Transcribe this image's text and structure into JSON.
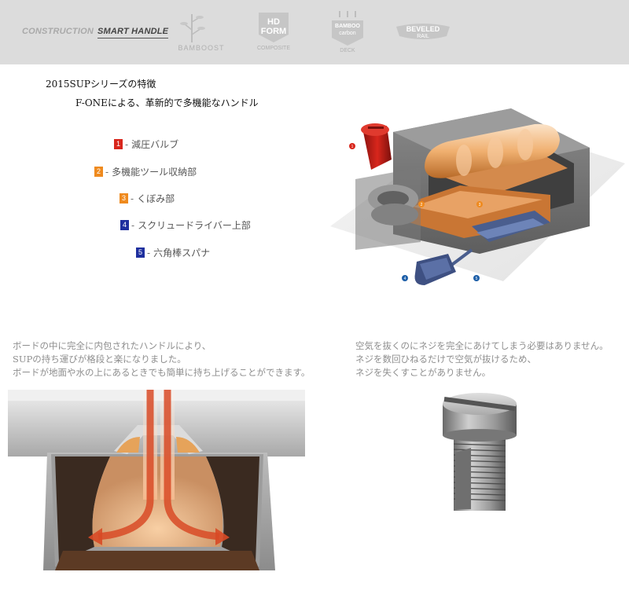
{
  "nav": {
    "construction": "CONSTRUCTION",
    "smart_handle": "SMART HANDLE",
    "bamboost": "BAMBOOST",
    "hd_form": "HD FORM",
    "hd_form_sub": "COMPOSITE",
    "bamboo_deck": "BAMBOO",
    "bamboo_deck_mid": "carbon",
    "bamboo_deck_sub": "DECK",
    "beveled_rail": "BEVELED",
    "beveled_rail_sub": "RAIL"
  },
  "title": {
    "line1": "2015SUPシリーズの特徴",
    "line2": "F-ONEによる、革新的で多機能なハンドル"
  },
  "legend": [
    {
      "num": "1",
      "label": "減圧バルブ",
      "color": "#d8261c"
    },
    {
      "num": "2",
      "label": "多機能ツール収納部",
      "color": "#ef8a1e"
    },
    {
      "num": "3",
      "label": "くぼみ部",
      "color": "#ef8a1e"
    },
    {
      "num": "4",
      "label": "スクリュードライバー上部",
      "color": "#1e2f9e"
    },
    {
      "num": "5",
      "label": "六角棒スパナ",
      "color": "#1e2f9e"
    }
  ],
  "diagram_labels": [
    "1",
    "2",
    "3",
    "4",
    "5"
  ],
  "paragraph_left": [
    "ボードの中に完全に内包されたハンドルにより、",
    "SUPの持ち運びが格段と楽になりました。",
    "ボードが地面や水の上にあるときでも簡単に持ち上げることができます。"
  ],
  "paragraph_right": [
    "空気を抜くのにネジを完全にあけてしまう必要はありません。",
    "ネジを数回ひねるだけで空気が抜けるため、",
    "ネジを失くすことがありません。"
  ],
  "colors": {
    "navbar_bg": "#dcdcdc",
    "red": "#d8261c",
    "orange": "#ef8a1e",
    "blue": "#1e2f9e",
    "paragraph_text": "#8e8e8e"
  }
}
